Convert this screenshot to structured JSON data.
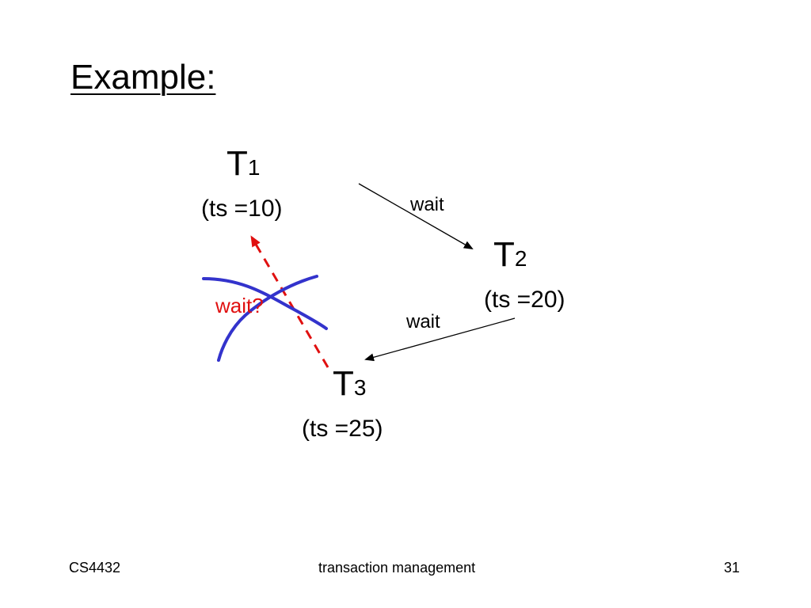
{
  "slide": {
    "title": "Example:"
  },
  "nodes": [
    {
      "name": "T",
      "index": "1",
      "ts": "(ts =10)"
    },
    {
      "name": "T",
      "index": "2",
      "ts": "(ts =20)"
    },
    {
      "name": "T",
      "index": "3",
      "ts": "(ts =25)"
    }
  ],
  "edges": {
    "t1_t2_label": "wait",
    "t2_t3_label": "wait",
    "t3_t1_label": "wait?"
  },
  "colors": {
    "rejected_edge": "#e01010",
    "strike_mark": "#3333cc",
    "arrow": "#000000"
  },
  "footer": {
    "course": "CS4432",
    "topic": "transaction management",
    "page": "31"
  }
}
